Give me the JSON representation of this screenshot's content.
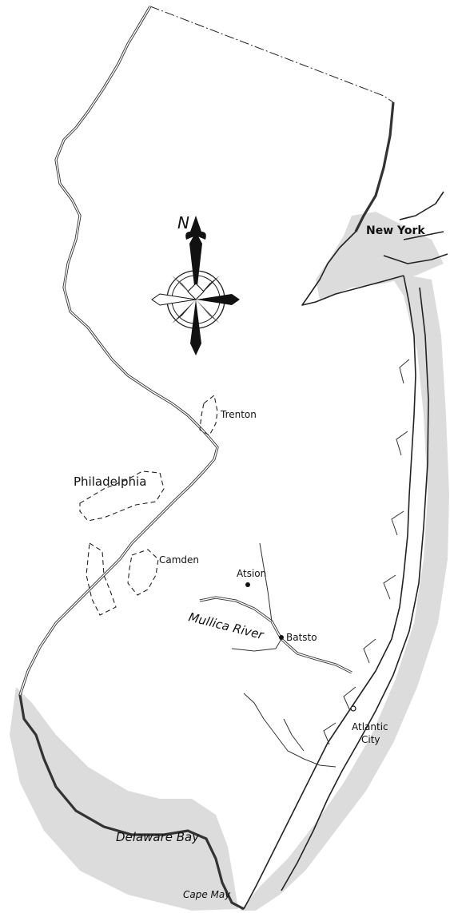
{
  "labels": {
    "new_york": "New York",
    "trenton": "Trenton",
    "philadelphia": "Philadelphia",
    "camden": "Camden",
    "atsion": "Atsion",
    "mullica_river": "Mullica River",
    "batsto": "Batsto",
    "atlantic_city_line1": "Atlantic",
    "atlantic_city_line2": "City",
    "delaware_bay": "Delaware Bay",
    "cape_may": "Cape May"
  },
  "compass": {
    "north_letter": "N"
  },
  "colors": {
    "ink": "#222222",
    "water_shading": "#dcdcdc",
    "background": "#ffffff"
  }
}
